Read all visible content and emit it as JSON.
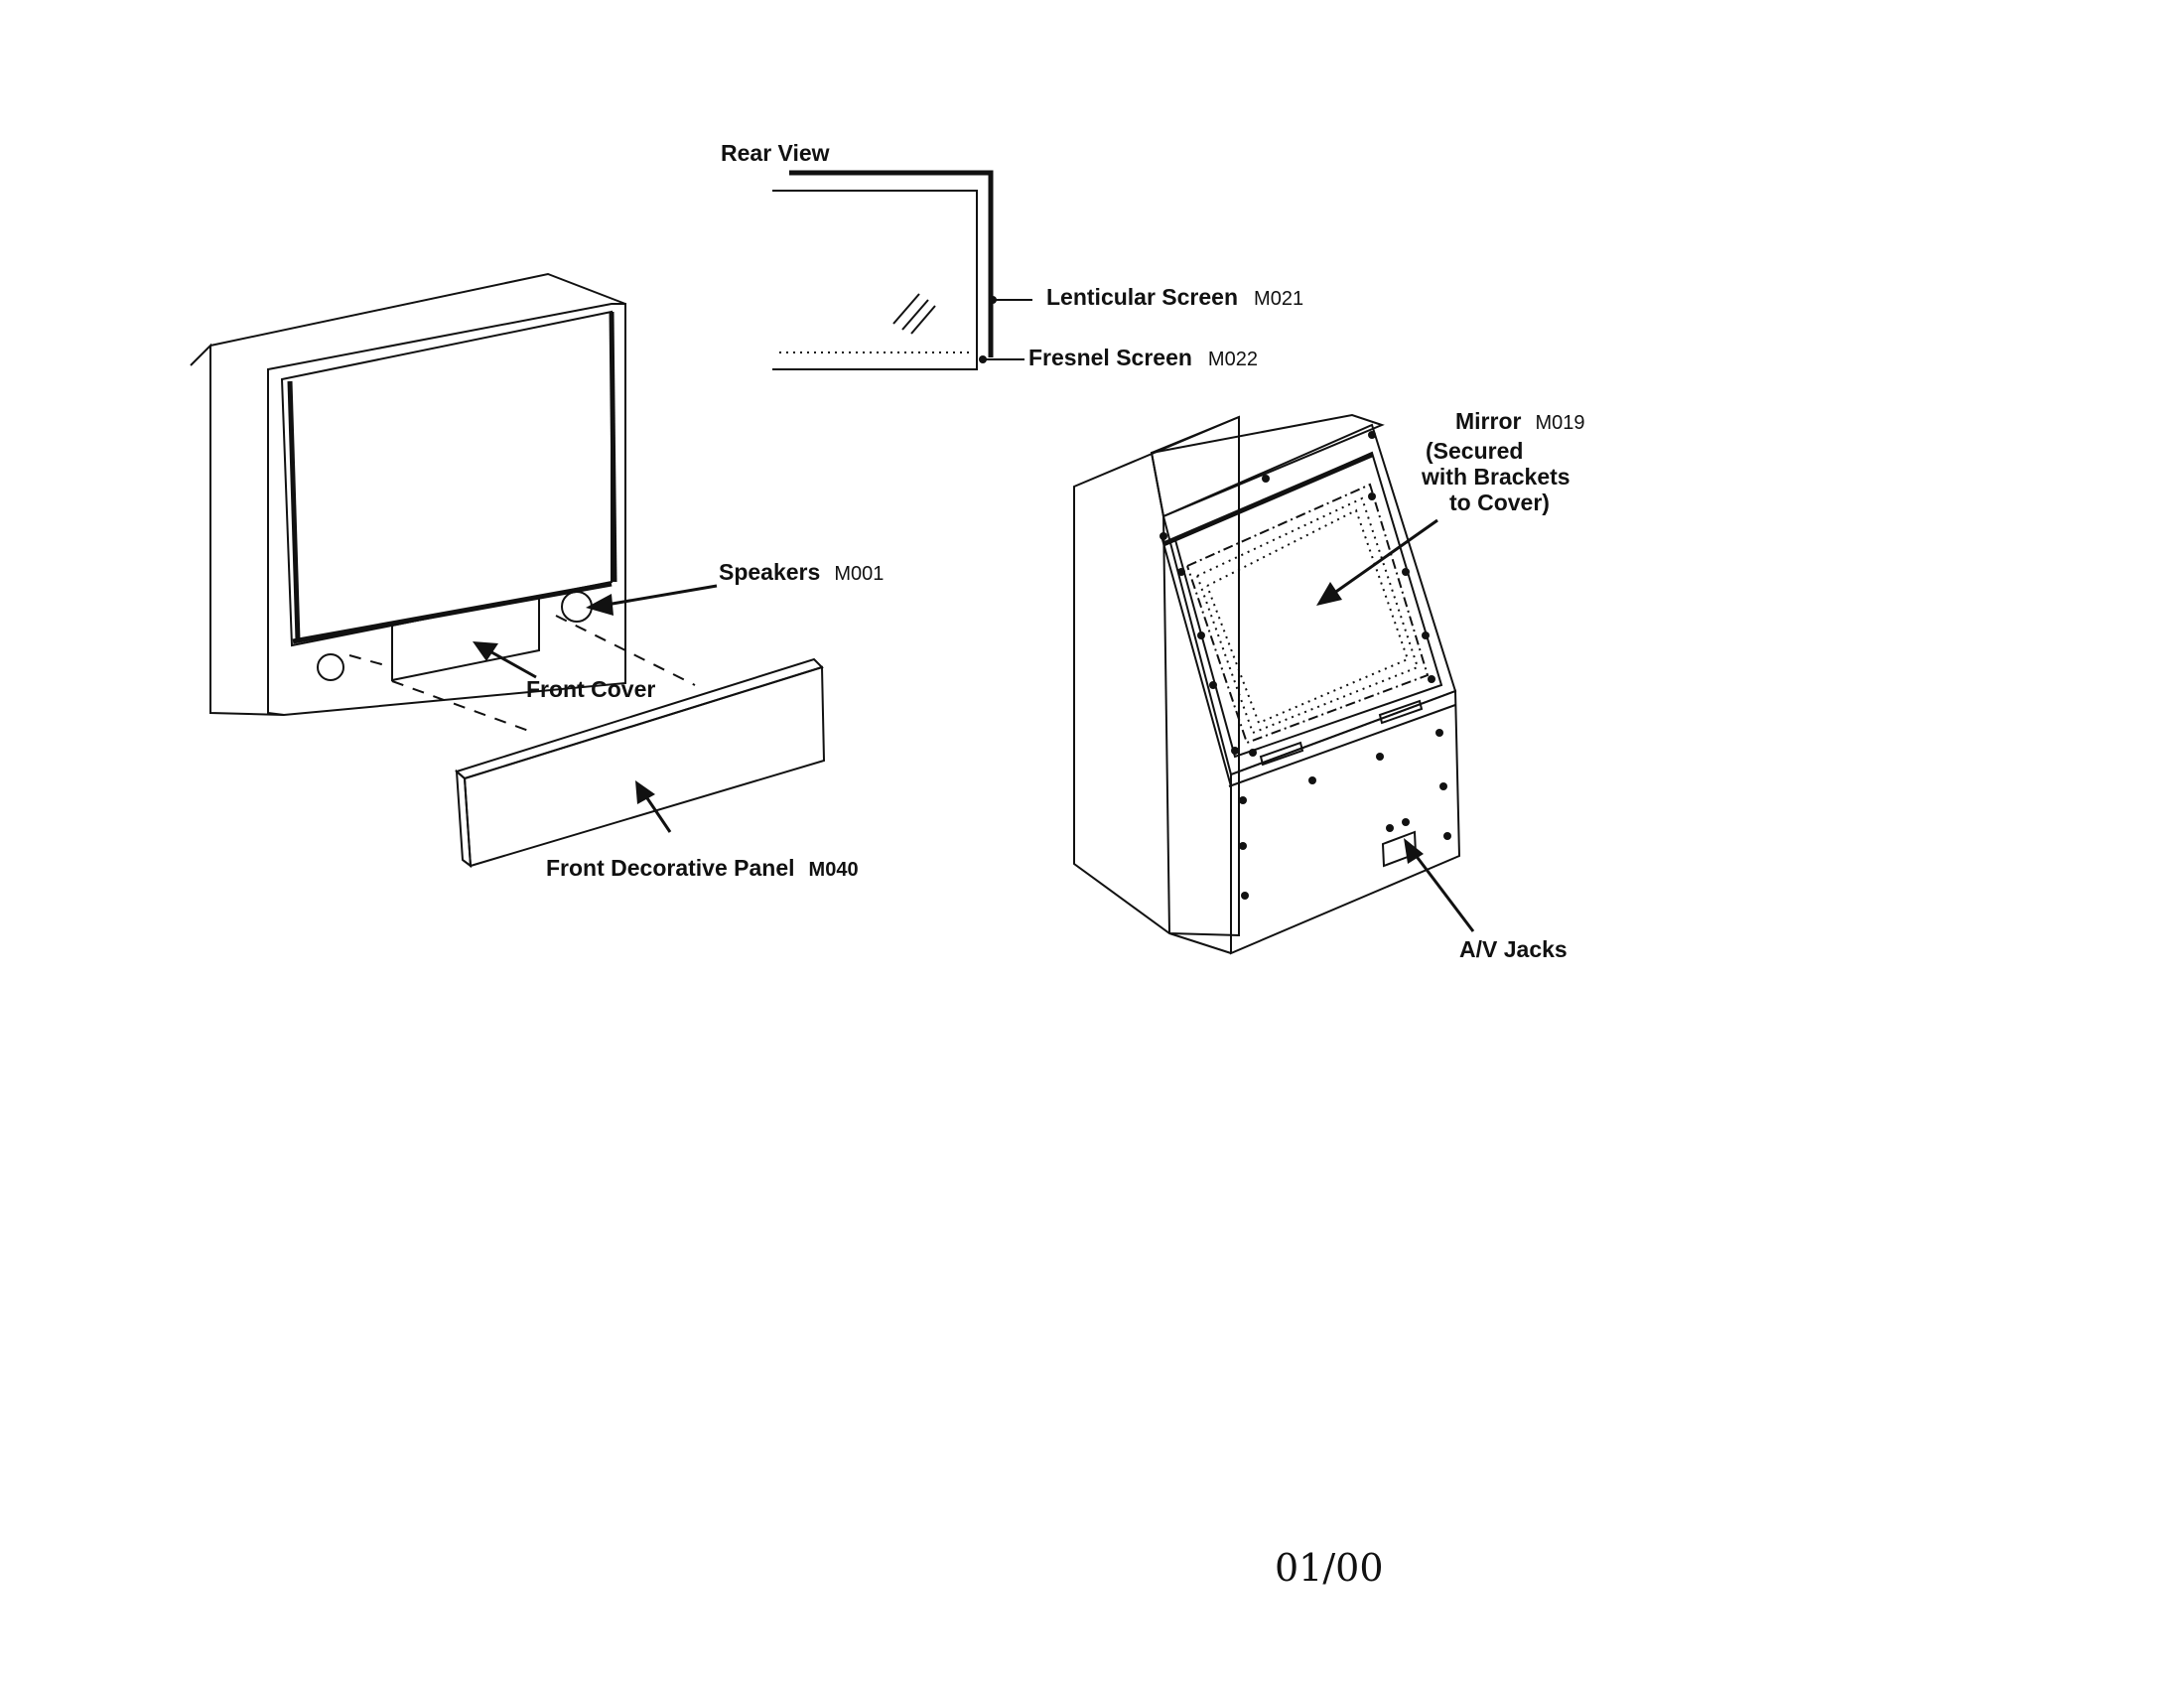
{
  "labels": {
    "rear_view": "Rear View",
    "lenticular_screen": "Lenticular Screen",
    "lenticular_code": "M021",
    "fresnel_screen": "Fresnel Screen",
    "fresnel_code": "M022",
    "mirror": "Mirror",
    "mirror_code": "M019",
    "mirror_note_1": "(Secured",
    "mirror_note_2": "with Brackets",
    "mirror_note_3": "to Cover)",
    "speakers": "Speakers",
    "speakers_code": "M001",
    "front_cover": "Front Cover",
    "front_panel": "Front Decorative Panel",
    "front_panel_code": "M040",
    "av_jacks": "A/V Jacks"
  },
  "footer": {
    "page_code": "01/00"
  }
}
